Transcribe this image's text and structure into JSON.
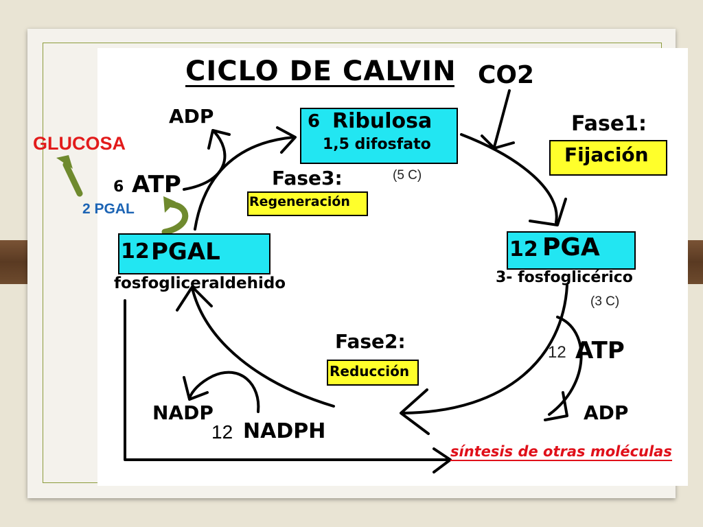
{
  "title": "CICLO DE CALVIN",
  "co2": "CO2",
  "ribulosa": {
    "count": "6",
    "name": "Ribulosa",
    "sub": "1,5 difosfato",
    "carbons": "(5 C)"
  },
  "fase1": {
    "label": "Fase1:",
    "name": "Fijación"
  },
  "pga": {
    "count": "12",
    "name": "PGA",
    "sub": "3- fosfoglicérico",
    "carbons": "(3 C)"
  },
  "fase2": {
    "label": "Fase2:",
    "name": "Reducción"
  },
  "fase3": {
    "label": "Fase3:",
    "name": "Regeneración"
  },
  "pgal": {
    "count": "12",
    "name": "PGAL",
    "sub": "fosfogliceraldehido"
  },
  "atp_top": {
    "count": "6",
    "label": "ATP"
  },
  "adp_top": "ADP",
  "atp_right": {
    "count": "12",
    "label": "ATP"
  },
  "adp_right": "ADP",
  "nadp": "NADP",
  "nadph": {
    "count": "12",
    "label": "NADPH"
  },
  "glucosa": "GLUCOSA",
  "pgal_out": "2 PGAL",
  "sintesis": "síntesis de otras moléculas",
  "colors": {
    "cyan_box": "#22e6f2",
    "yellow_box": "#ffff2b",
    "glucosa": "#e21b1b",
    "pgal_out": "#1c64b4",
    "arrow_green": "#6f8a2e",
    "sintesis": "#e0101a"
  }
}
